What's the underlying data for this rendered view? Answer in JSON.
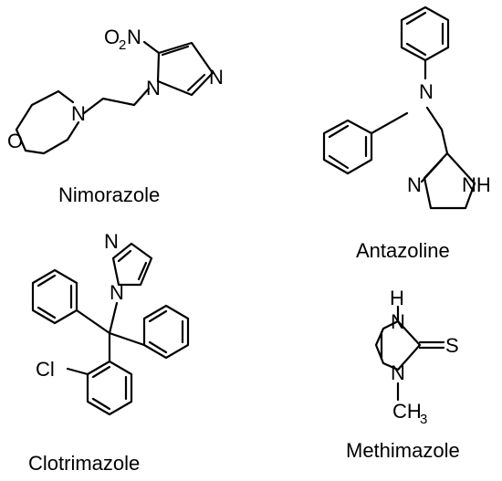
{
  "molecules": {
    "nimorazole": {
      "name": "Nimorazole",
      "atoms": {
        "nitro_o": "O",
        "nitro_o_count": "2",
        "nitro_n": "N",
        "morpholine_n": "N",
        "morpholine_o": "O",
        "ring_n1": "N",
        "ring_n3": "N"
      }
    },
    "antazoline": {
      "name": "Antazoline",
      "atoms": {
        "amine_n": "N",
        "ring_n": "N",
        "ring_nh": "NH"
      }
    },
    "clotrimazole": {
      "name": "Clotrimazole",
      "atoms": {
        "chlorine": "Cl",
        "ring_n_top": "N",
        "ring_n_attach": "N"
      }
    },
    "methimazole": {
      "name": "Methimazole",
      "atoms": {
        "h_top": "H",
        "n_top": "N",
        "sulfur": "S",
        "n_bottom": "N",
        "methyl_c": "CH",
        "methyl_h_count": "3"
      }
    }
  }
}
